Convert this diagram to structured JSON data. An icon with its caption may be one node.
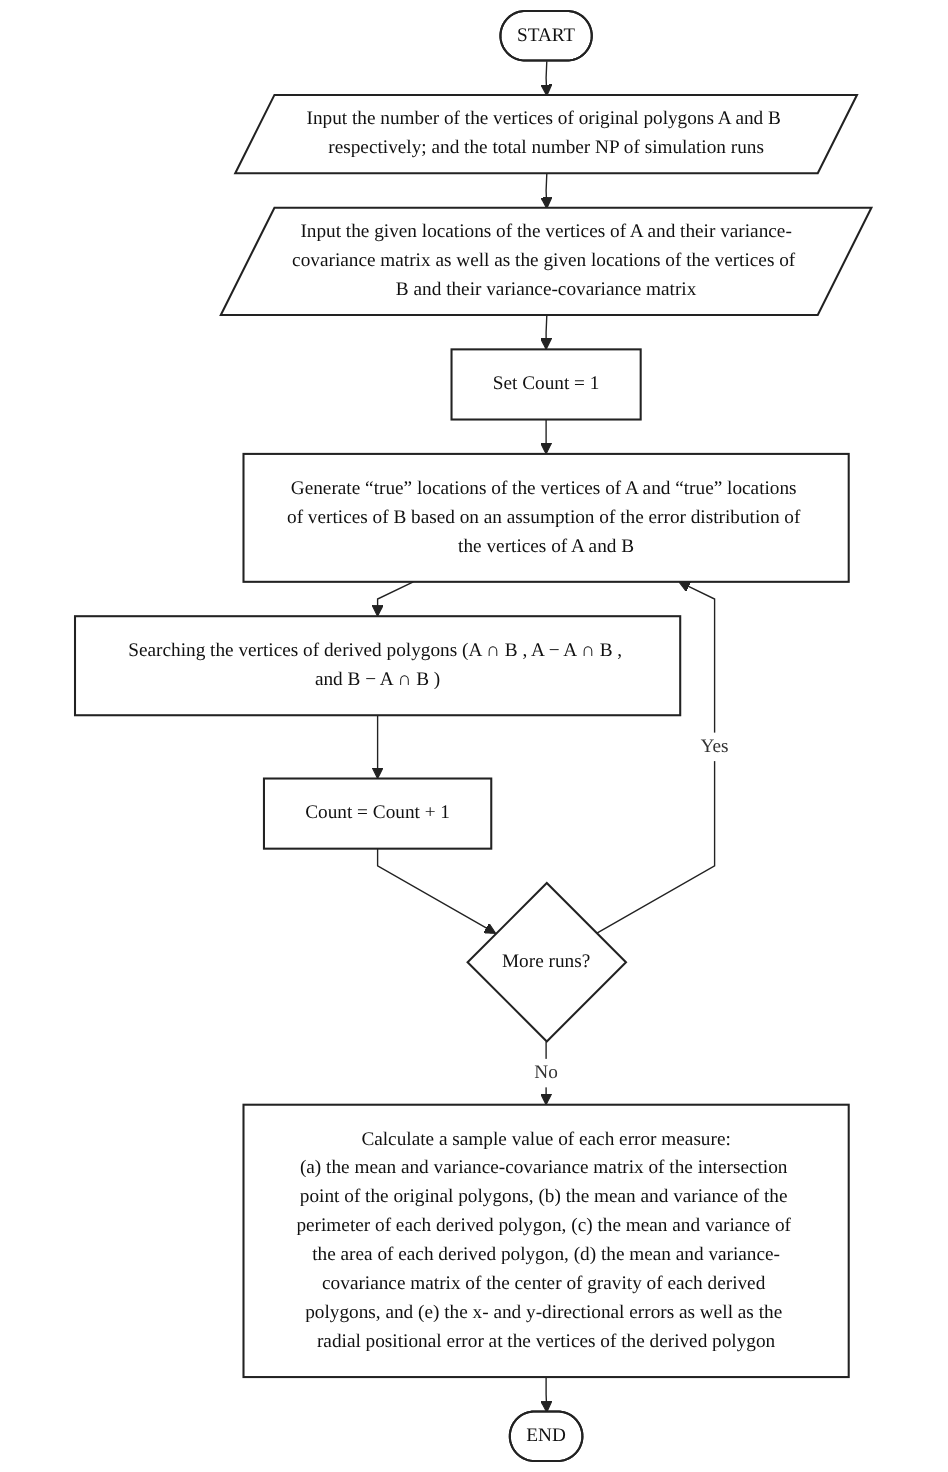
{
  "diagram": {
    "nodes": [
      {
        "text": [
          "START"
        ]
      },
      {
        "text": [
          "Input the number of the vertices of original polygons A and B respectively; and the total number NP of simulation runs"
        ]
      },
      {
        "text": [
          "Input the given locations of the vertices of A and their variance-covariance matrix as well as the given locations of the vertices of B and their variance-covariance matrix"
        ]
      },
      {
        "text": [
          "Set Count = 1"
        ]
      },
      {
        "text": [
          "Generate “true” locations of the vertices of A and “true” locations of vertices of B based on an assumption of the error distribution of the vertices of A and B"
        ]
      },
      {
        "text": [
          "Searching the vertices of derived polygons (A ∩ B , A − A ∩ B , and B − A ∩ B )"
        ]
      },
      {
        "text": [
          "Count = Count + 1"
        ]
      },
      {
        "text": [
          "More runs?"
        ]
      },
      {
        "text": [
          "Calculate a sample value of each error measure:",
          "(a) the mean and variance-covariance matrix of the intersection point of the original polygons, (b) the mean and variance of the perimeter of each derived polygon, (c) the mean and variance of the area of each derived polygon, (d) the mean and variance-covariance matrix of the center of gravity of each derived polygons, and (e) the x- and y-directional errors as well as the radial positional error at the vertices of the derived polygon"
        ]
      },
      {
        "text": [
          "END"
        ]
      }
    ],
    "edges": [
      {
        "from": 0,
        "to": 1,
        "arrow": "to"
      },
      {
        "from": 1,
        "to": 2,
        "arrow": "to"
      },
      {
        "from": 2,
        "to": 3,
        "arrow": "to"
      },
      {
        "from": 3,
        "to": 4,
        "arrow": "to"
      },
      {
        "from": 4,
        "to": 5,
        "arrow": "to"
      },
      {
        "from": 5,
        "to": 6,
        "arrow": "to"
      },
      {
        "from": 6,
        "to": 7,
        "arrow": "to"
      },
      {
        "from": 7,
        "to": 4,
        "arrow": "to",
        "label": "Yes"
      },
      {
        "from": 7,
        "to": 8,
        "arrow": "to",
        "label": "No"
      },
      {
        "from": 8,
        "to": 9,
        "arrow": "to"
      }
    ]
  }
}
